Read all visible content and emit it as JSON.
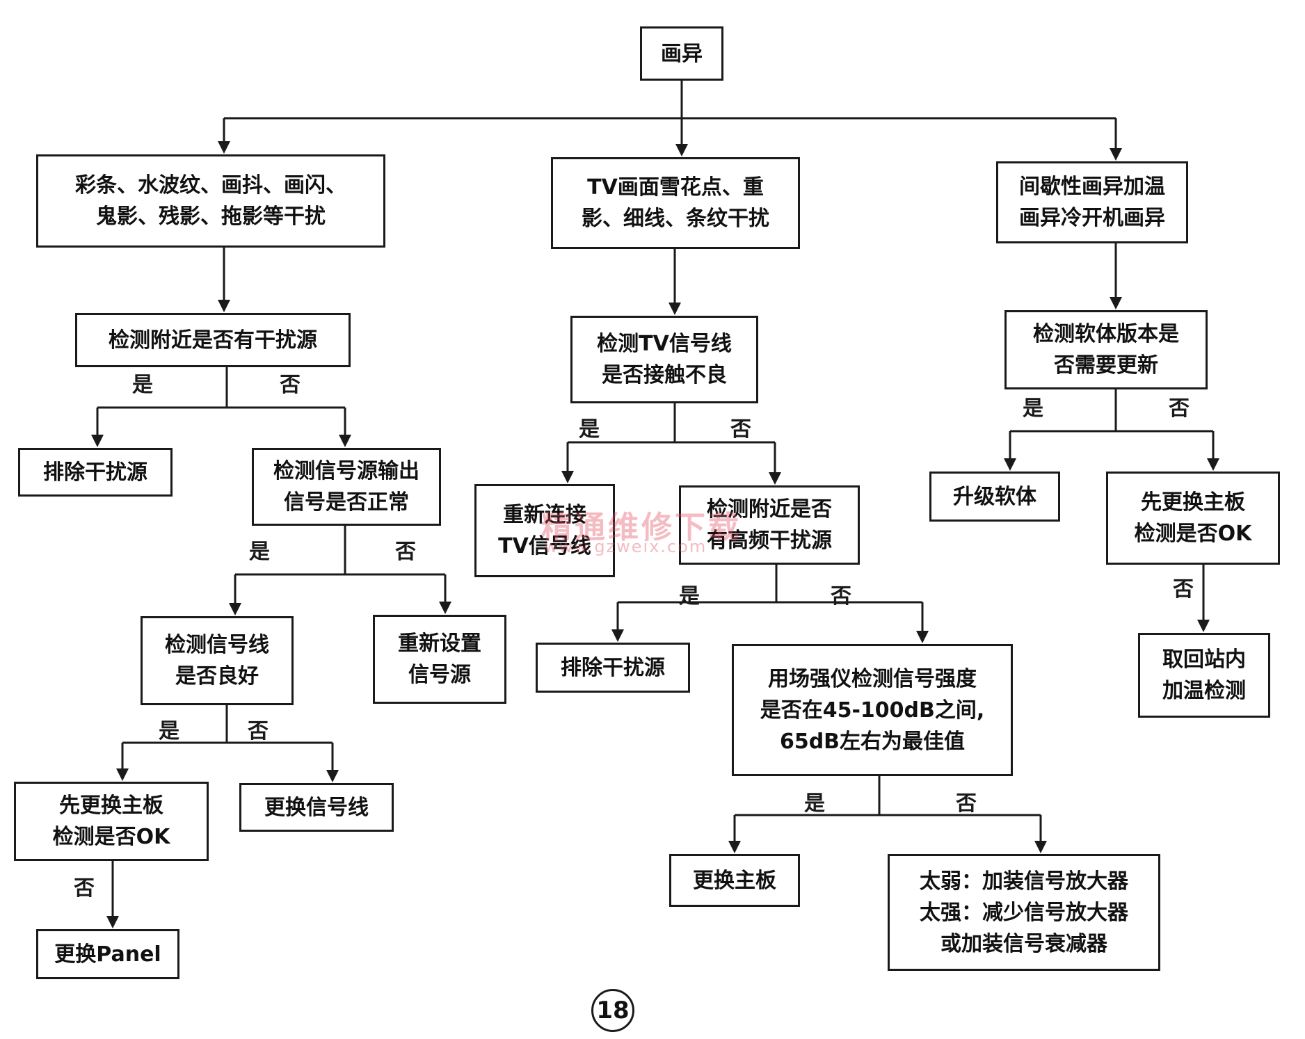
{
  "nodes": {
    "root": "画异",
    "a1": "彩条、水波纹、画抖、画闪、\n鬼影、残影、拖影等干扰",
    "a2": "检测附近是否有干扰源",
    "a3": "排除干扰源",
    "a4": "检测信号源输出\n信号是否正常",
    "a5": "检测信号线\n是否良好",
    "a6": "重新设置\n信号源",
    "a7": "先更换主板\n检测是否OK",
    "a8": "更换信号线",
    "a9": "更换Panel",
    "b1": "TV画面雪花点、重\n影、细线、条纹干扰",
    "b2": "检测TV信号线\n是否接触不良",
    "b3": "重新连接\nTV信号线",
    "b4": "检测附近是否\n有高频干扰源",
    "b5": "排除干扰源",
    "b6": "用场强仪检测信号强度\n是否在45-100dB之间,\n65dB左右为最佳值",
    "b7": "更换主板",
    "b8": "太弱：加装信号放大器\n太强：减少信号放大器\n或加装信号衰减器",
    "c1": "间歇性画异加温\n画异冷开机画异",
    "c2": "检测软体版本是\n否需要更新",
    "c3": "升级软体",
    "c4": "先更换主板\n检测是否OK",
    "c5": "取回站内\n加温检测"
  },
  "labels": {
    "yes": "是",
    "no": "否"
  },
  "watermark": {
    "text": "精通维修下载",
    "url": "www.gzweix.com"
  },
  "page_number": "18",
  "colors": {
    "line": "#1a1a1a",
    "watermark": "#e14b5f"
  }
}
